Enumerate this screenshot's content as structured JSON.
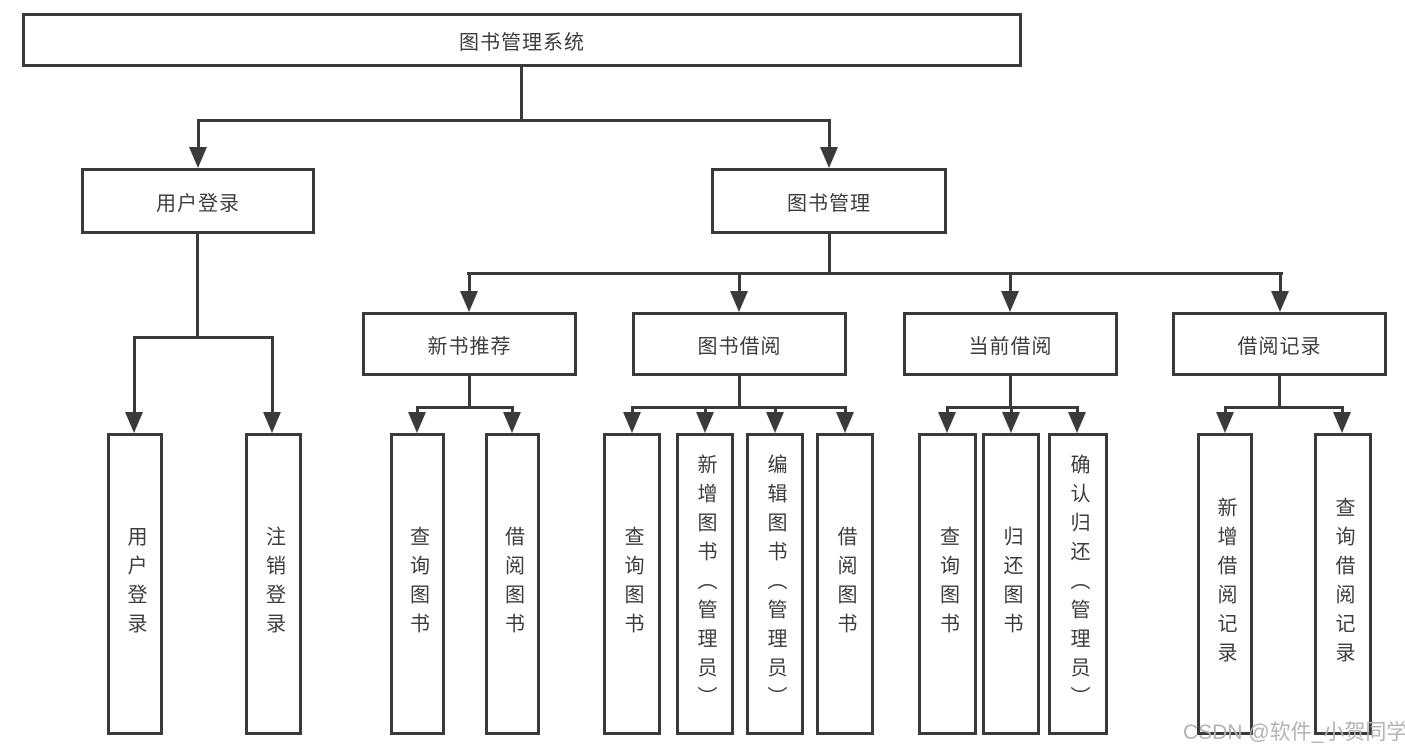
{
  "diagram": {
    "root": "图书管理系统",
    "branches": {
      "user_login": "用户登录",
      "book_management": "图书管理"
    },
    "sections": {
      "new_book_recommend": "新书推荐",
      "book_borrowing": "图书借阅",
      "current_borrowing": "当前借阅",
      "borrowing_records": "借阅记录"
    },
    "leaves": {
      "user_login": [
        "用户登录",
        "注销登录"
      ],
      "new_book_recommend": [
        "查询图书",
        "借阅图书"
      ],
      "book_borrowing": [
        "查询图书",
        "新增图书（管理员）",
        "编辑图书（管理员）",
        "借阅图书"
      ],
      "current_borrowing": [
        "查询图书",
        "归还图书",
        "确认归还（管理员）"
      ],
      "borrowing_records": [
        "新增借阅记录",
        "查询借阅记录"
      ]
    }
  },
  "watermark": "CSDN @软件_小贺同学",
  "colors": {
    "line": "#3a3a3a",
    "text": "#3d3d3d",
    "watermark": "#b3b3b6"
  }
}
